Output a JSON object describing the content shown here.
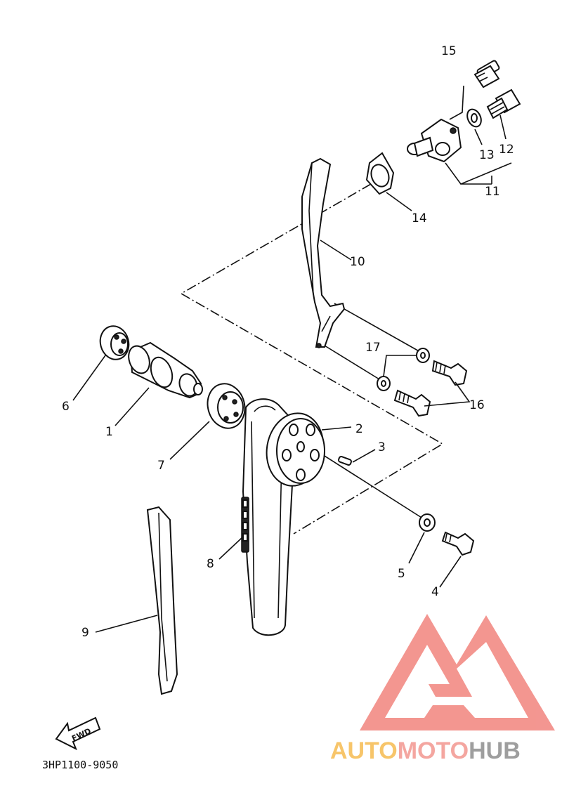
{
  "callouts": {
    "c1": "1",
    "c2": "2",
    "c3": "3",
    "c4": "4",
    "c5": "5",
    "c6": "6",
    "c7": "7",
    "c8": "8",
    "c9": "9",
    "c10": "10",
    "c11": "11",
    "c12": "12",
    "c13": "13",
    "c14": "14",
    "c15": "15",
    "c16": "16",
    "c17": "17"
  },
  "fwd_label": "FWD",
  "diagram_code": "3HP1100-9050",
  "watermark": {
    "auto": "AUTO",
    "moto": "MOTO",
    "hub": "HUB",
    "colors": {
      "auto": "#f7c56a",
      "moto": "#f4a6a0",
      "hub": "#9e9e9e",
      "logo": "#f28b85"
    }
  }
}
